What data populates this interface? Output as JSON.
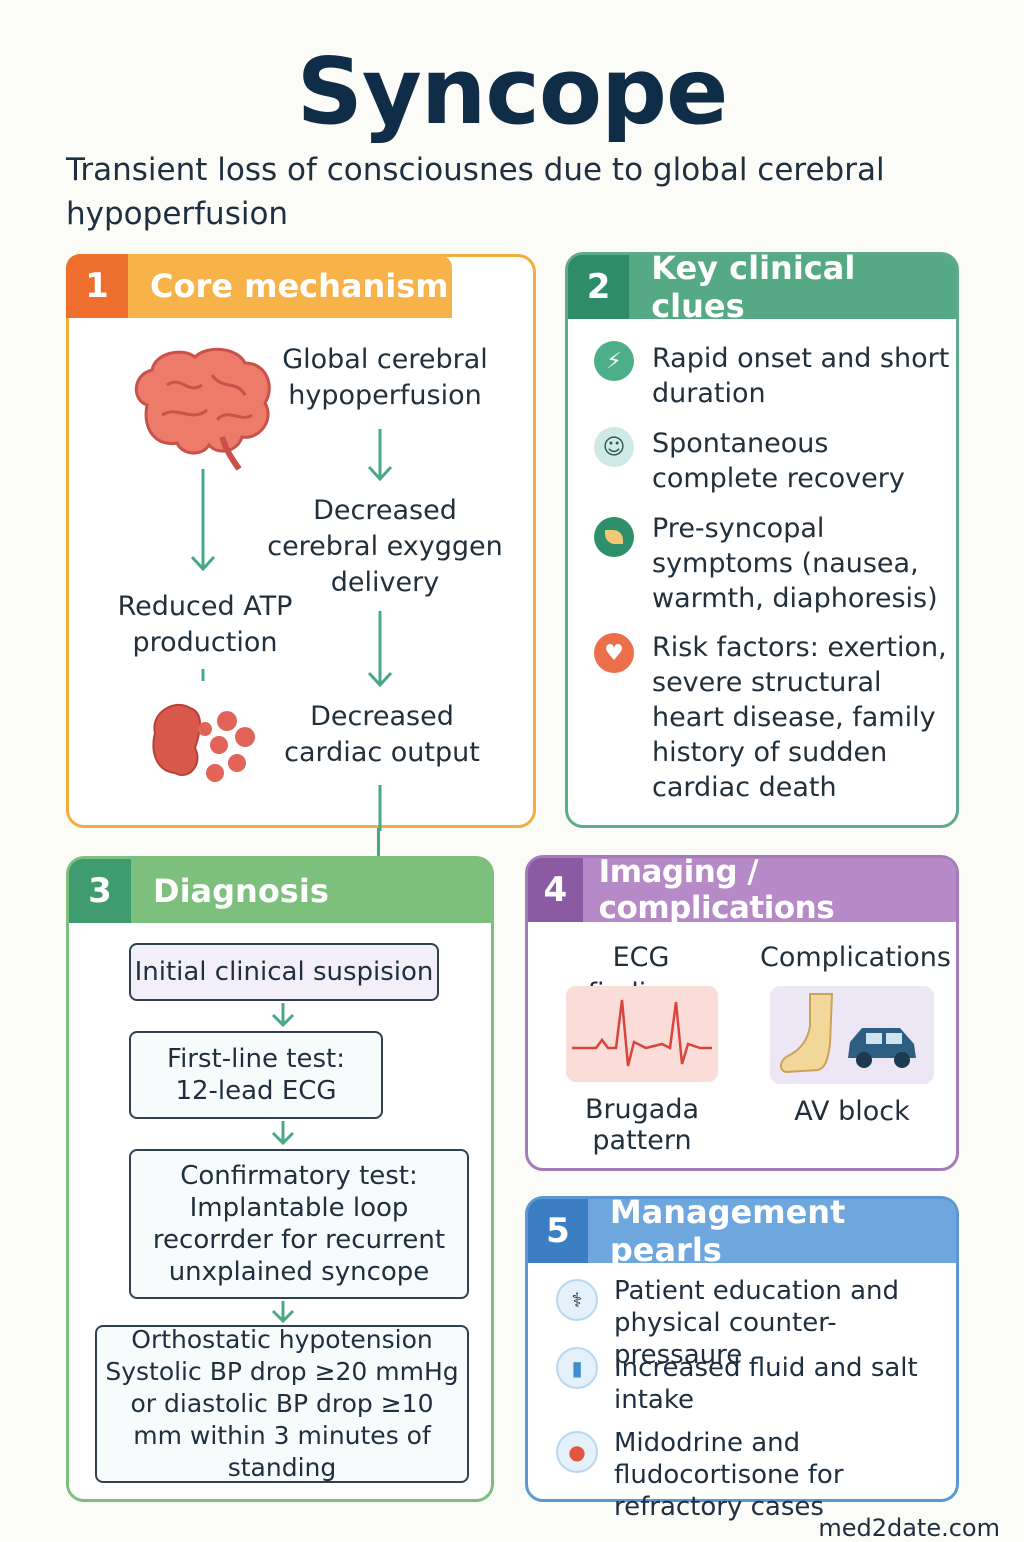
{
  "title": "Syncope",
  "subtitle": "Transient loss of consciousnes due to global cerebral hypoperfusion",
  "core_mechanism": {
    "num": "1",
    "label": "Core mechanism",
    "node_global": "Global cerebral hypoperfusion",
    "node_oxygen": "Decreased cerebral exyggen delivery",
    "node_atp": "Reduced ATP production",
    "node_cardiac": "Decreased cardiac output"
  },
  "clinical_clues": {
    "num": "2",
    "label": "Key clinical clues",
    "items": [
      {
        "text": "Rapid onset and short duration",
        "icon": "lightning-icon"
      },
      {
        "text": "Spontaneous complete recovery",
        "icon": "person-icon"
      },
      {
        "text": "Pre-syncopal symptoms (nausea, warmth, diaphoresis)",
        "icon": "leaf-icon"
      },
      {
        "text": "Risk factors: exertion, severe structural heart disease, family history of sudden cardiac death",
        "icon": "heart-icon"
      }
    ]
  },
  "diagnosis": {
    "num": "3",
    "label": "Diagnosis",
    "step1": "Initial clinical suspision",
    "step2_line1": "First-line test:",
    "step2_line2": "12-lead ECG",
    "step3_line1": "Confirmatory test:",
    "step3_line2": "Implantable loop recorrder for recurrent unxplained syncope",
    "step4_line1": "Orthostatic hypotension",
    "step4_line2": "Systolic BP drop ≥20 mmHg or diastolic BP drop ≥10 mm within 3 minutes of standing"
  },
  "imaging": {
    "num": "4",
    "label": "Imaging / complications",
    "col1_title": "ECG findings",
    "col1_caption": "Brugada pattern",
    "col2_title": "Complications",
    "col2_caption": "AV block"
  },
  "management": {
    "num": "5",
    "label": "Management pearls",
    "items": [
      {
        "text": "Patient education and physical counter-pressaure",
        "icon": "doctor-icon"
      },
      {
        "text": "Increased fluid and salt intake",
        "icon": "cup-icon"
      },
      {
        "text": "Midodrine and fludocortisone for refractory cases",
        "icon": "pills-icon"
      }
    ]
  },
  "footer": "med2date.com",
  "colors": {
    "title": "#0f2d46",
    "panel1": "#f8b24a",
    "panel2": "#55a985",
    "panel3": "#7dbf7d",
    "panel4": "#b58ac7",
    "panel5": "#6ea7dd"
  }
}
